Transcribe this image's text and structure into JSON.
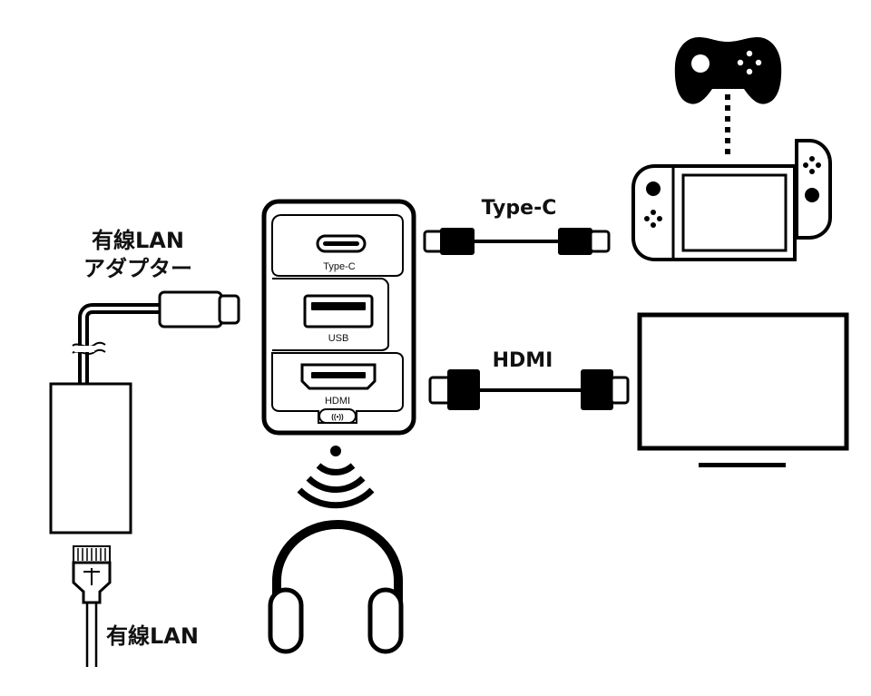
{
  "labels": {
    "lan_adapter_line1": "有線LAN",
    "lan_adapter_line2": "アダプター",
    "lan": "有線LAN",
    "typec_cable": "Type-C",
    "hdmi_cable": "HDMI"
  },
  "dock_ports": {
    "typec": "Type-C",
    "usb": "USB",
    "hdmi": "HDMI",
    "wireless_badge": "((•))"
  },
  "colors": {
    "stroke": "#000000",
    "background": "#ffffff"
  }
}
